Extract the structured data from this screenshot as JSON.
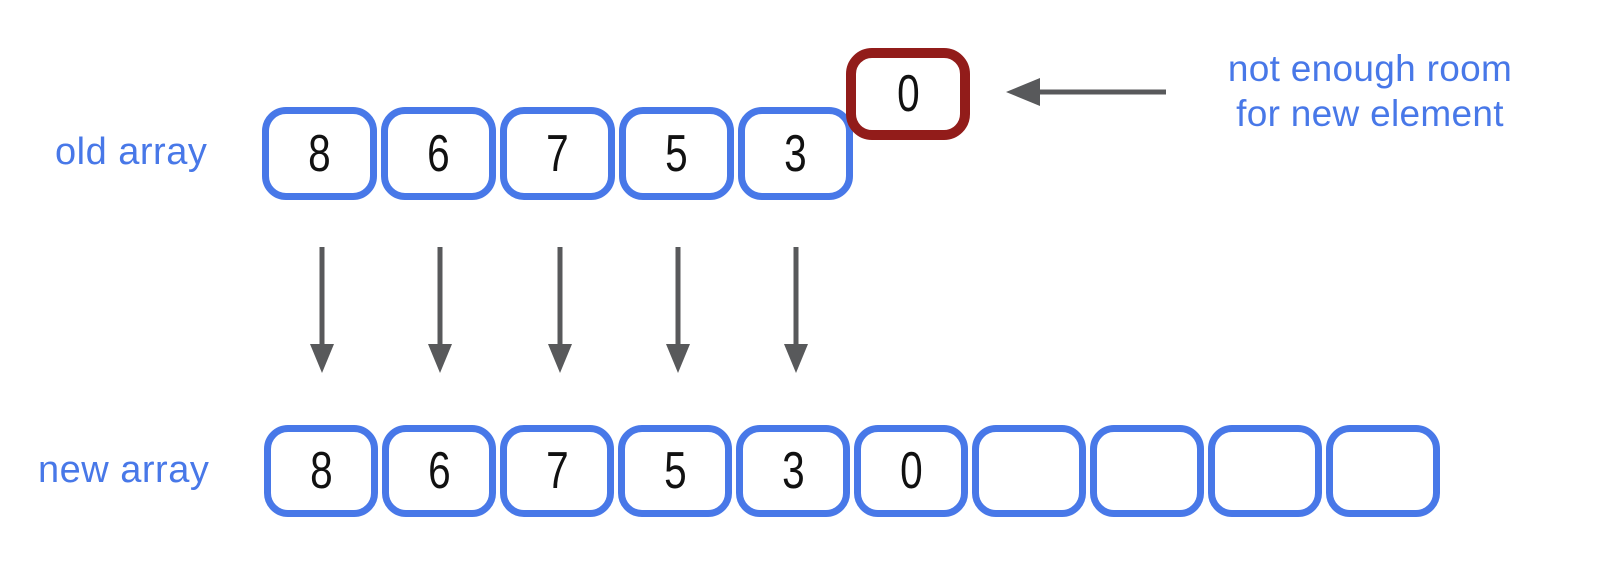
{
  "diagram": {
    "old_array": {
      "label": "old array",
      "values": [
        "8",
        "6",
        "7",
        "5",
        "3"
      ]
    },
    "overflow_element": {
      "value": "0"
    },
    "annotation": {
      "line1": "not enough room",
      "line2": "for new element"
    },
    "new_array": {
      "label": "new array",
      "values": [
        "8",
        "6",
        "7",
        "5",
        "3",
        "0",
        "",
        "",
        "",
        ""
      ]
    },
    "colors": {
      "array_blue": "#4878e8",
      "overflow_red": "#921c1a",
      "arrow_gray": "#58595b",
      "digit_black": "#111111"
    }
  }
}
